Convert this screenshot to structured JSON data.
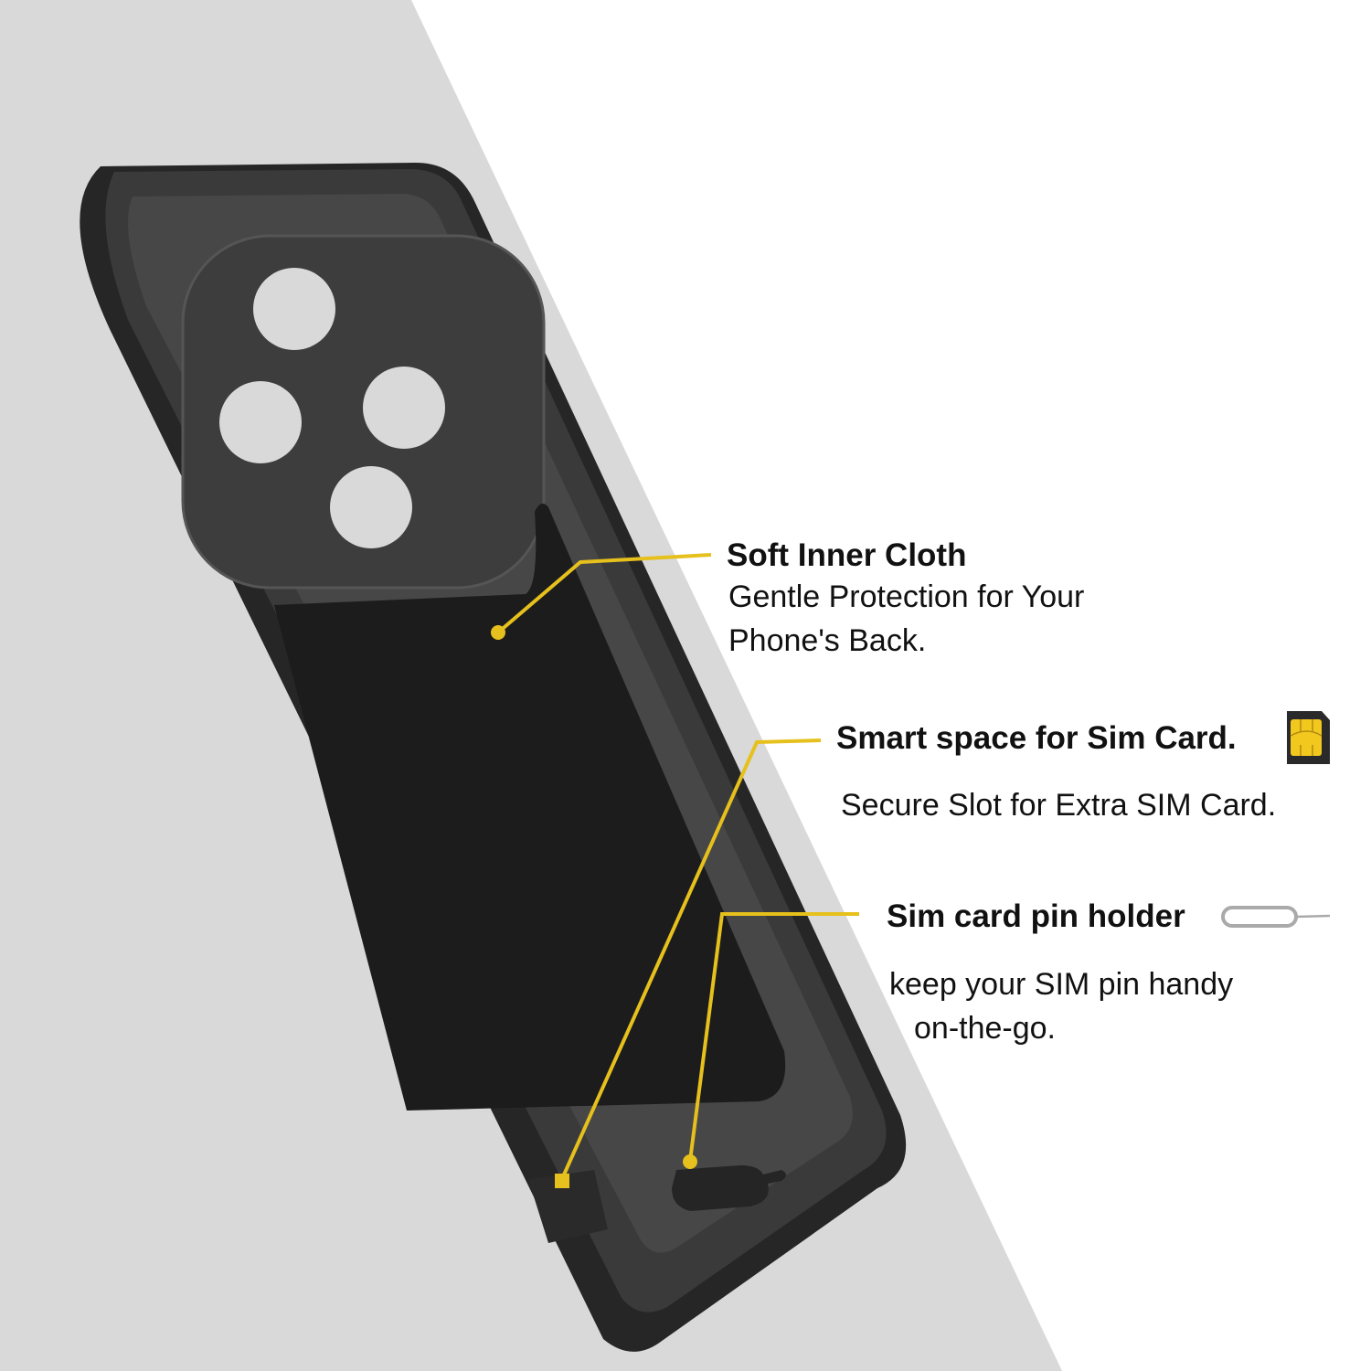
{
  "callouts": [
    {
      "title": "Soft Inner Cloth",
      "lines": [
        "Gentle Protection for Your",
        "Phone's Back."
      ],
      "icon": null
    },
    {
      "title": "Smart space for Sim Card.",
      "lines": [
        "Secure Slot for Extra SIM Card."
      ],
      "icon": "sim-card-icon"
    },
    {
      "title": "Sim card pin holder",
      "lines": [
        "keep your SIM pin handy",
        "on-the-go."
      ],
      "icon": "sim-eject-pin-icon"
    }
  ],
  "colors": {
    "accent": "#e6c01c",
    "background_band": "#d9d9d9",
    "case": "#2f2f2f"
  }
}
